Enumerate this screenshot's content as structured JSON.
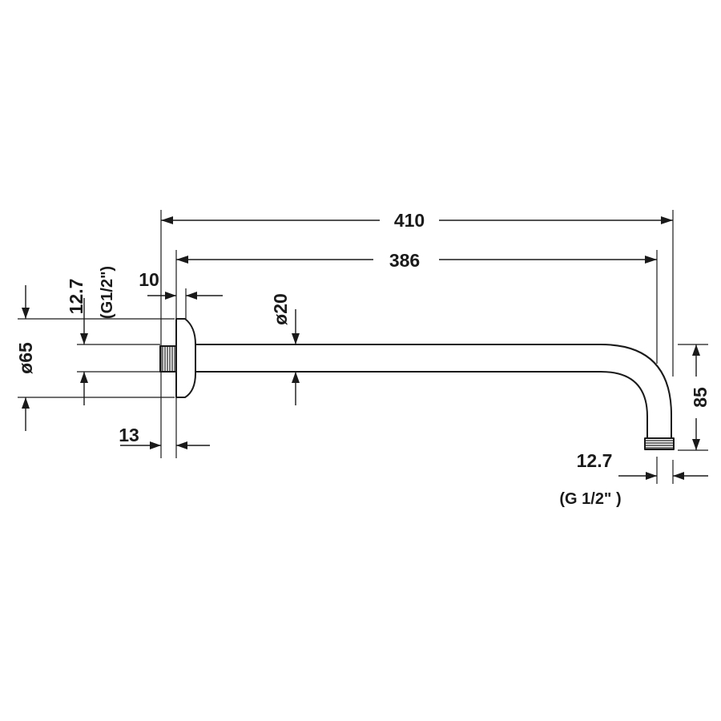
{
  "dimensions": {
    "overall_length": "410",
    "arm_length": "386",
    "flange_offset": "10",
    "thread_inlet_size": "12.7",
    "thread_inlet_spec": "(G1/2\")",
    "flange_diameter": "ø65",
    "tube_diameter": "ø20",
    "inlet_thread_length": "13",
    "drop_height": "85",
    "thread_outlet_size": "12.7",
    "thread_outlet_spec": "(G 1/2\" )"
  }
}
